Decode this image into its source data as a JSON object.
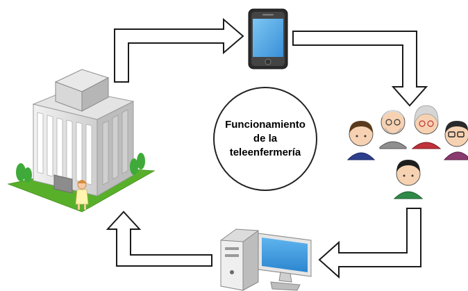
{
  "center": {
    "label": "Funcionamiento\nde la\nteleenfermería"
  },
  "nodes": [
    {
      "id": "hospital",
      "icon": "hospital-building-icon"
    },
    {
      "id": "smartphone",
      "icon": "smartphone-icon"
    },
    {
      "id": "patients",
      "icon": "people-group-icon"
    },
    {
      "id": "computer",
      "icon": "desktop-computer-icon"
    }
  ],
  "flow": [
    "hospital",
    "smartphone",
    "patients",
    "computer",
    "hospital"
  ],
  "colors": {
    "arrow_stroke": "#1a1a1a",
    "arrow_fill": "#ffffff",
    "lawn": "#58b02a",
    "screen": "#3f9ee0",
    "phone_body": "#2b2b2b"
  }
}
